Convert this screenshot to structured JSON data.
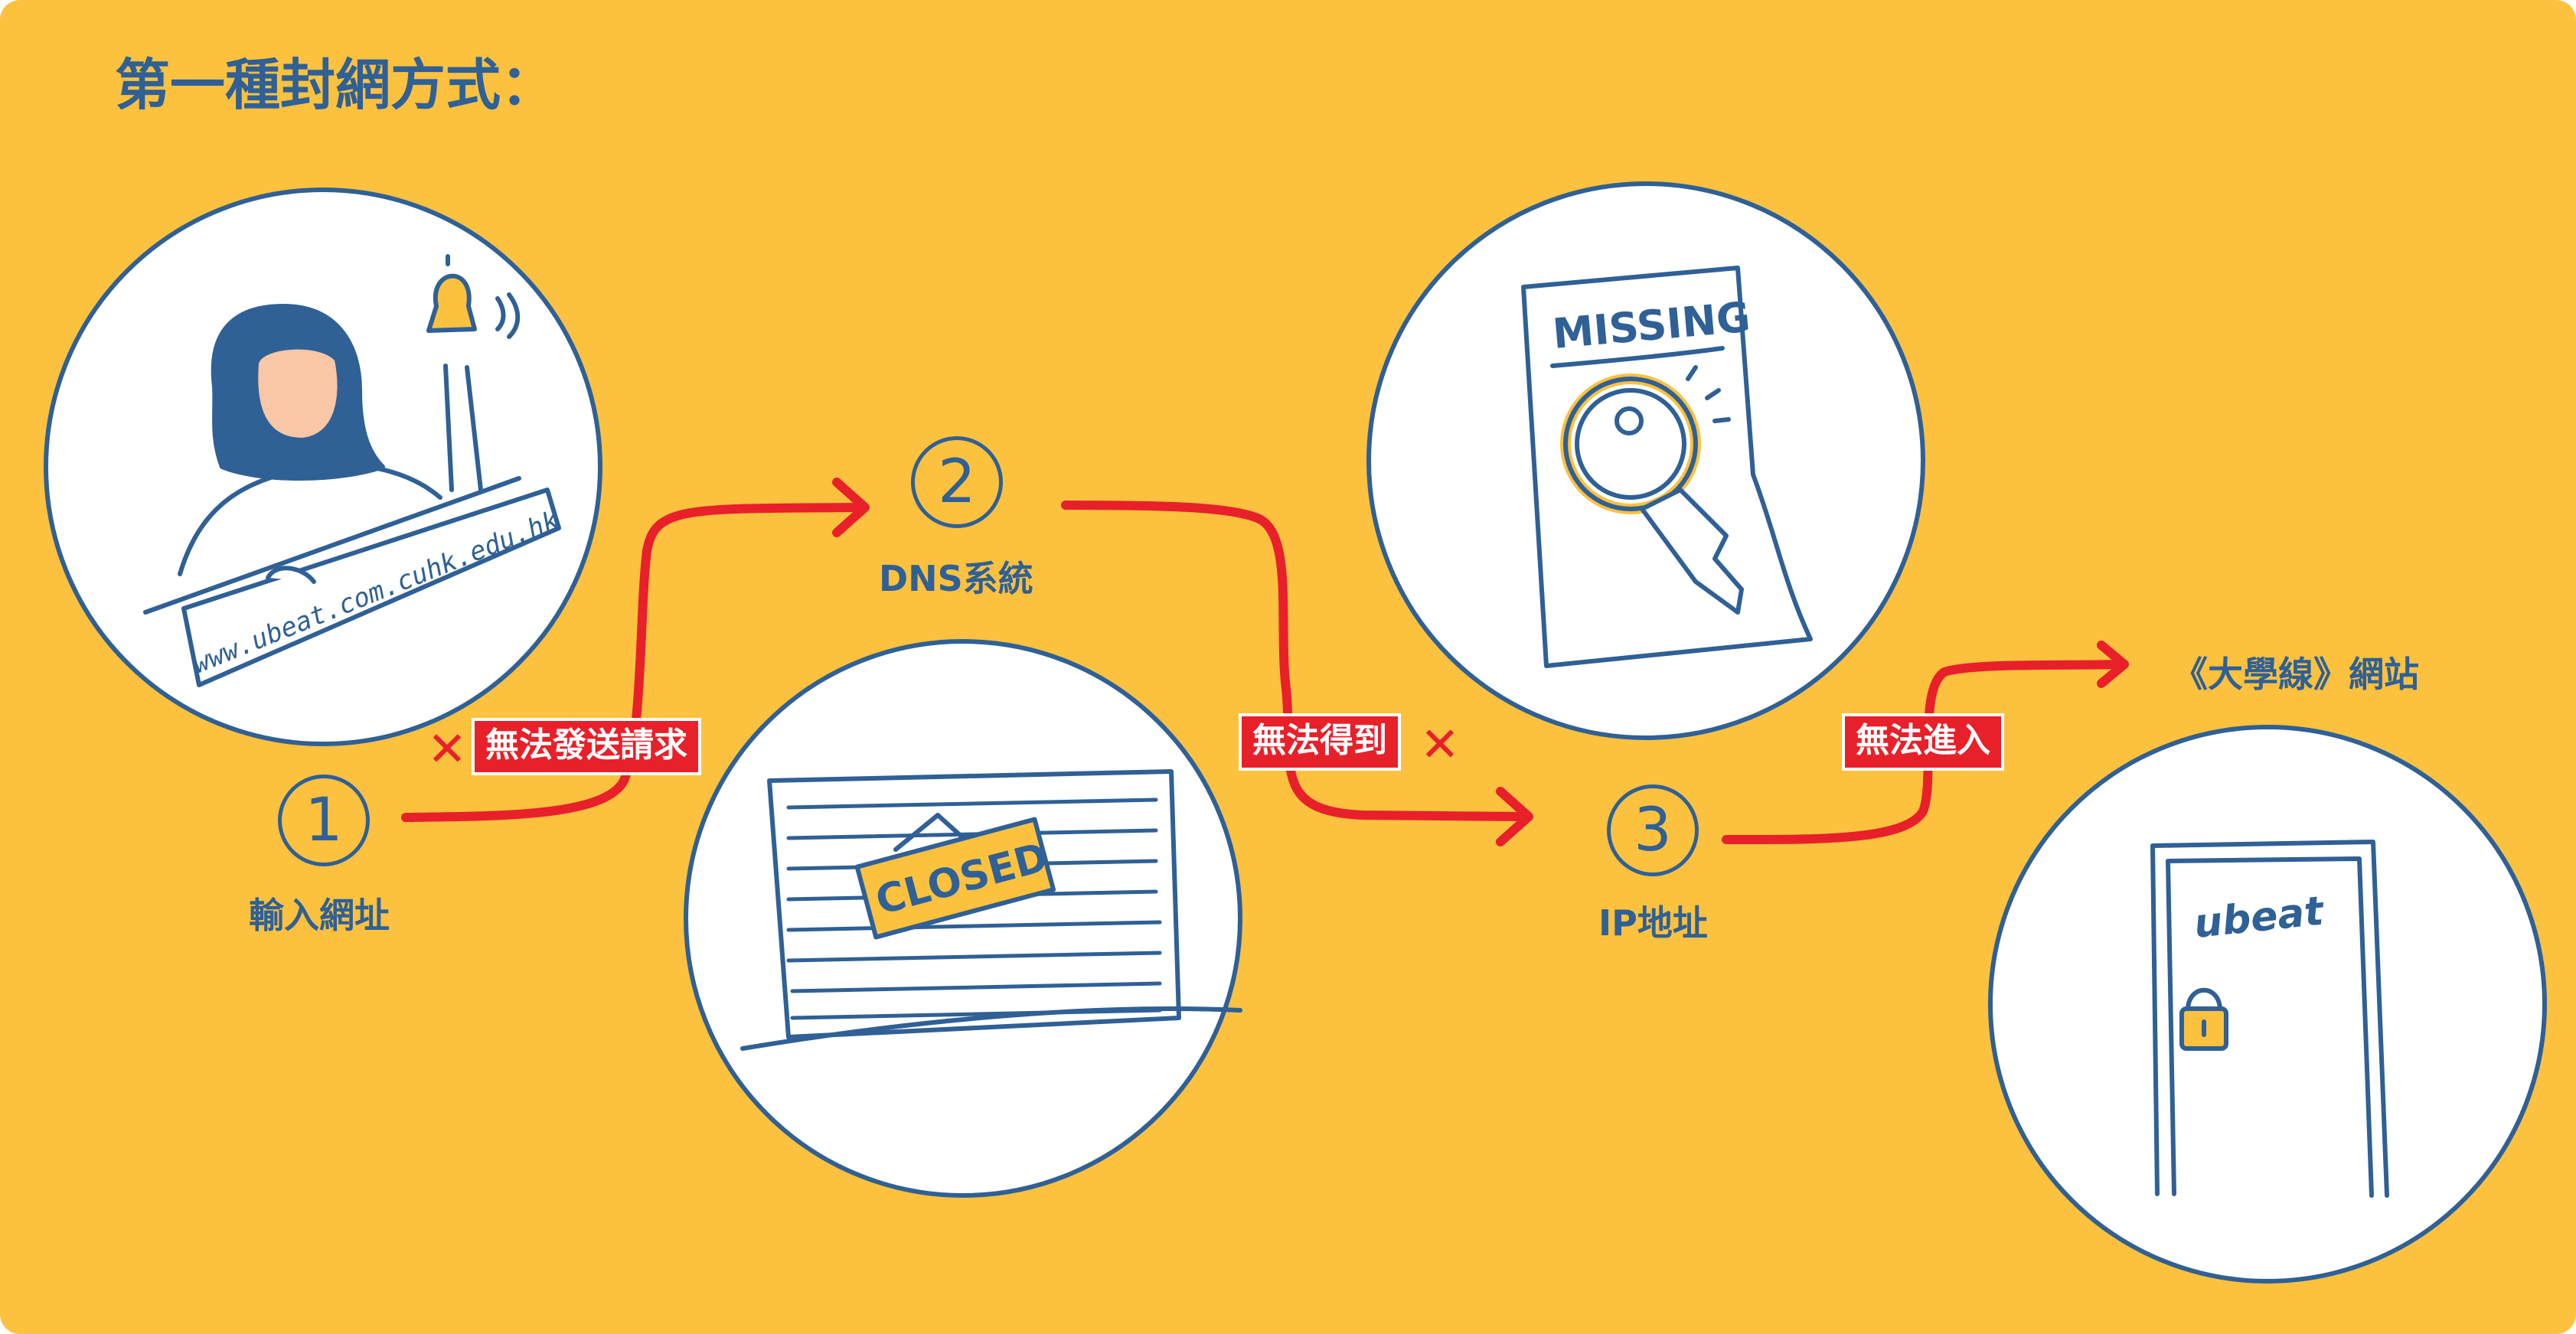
{
  "title": "第一種封網方式：",
  "steps": [
    {
      "number": "1",
      "label": "輸入網址"
    },
    {
      "number": "2",
      "label": "DNS系統"
    },
    {
      "number": "3",
      "label": "IP地址"
    }
  ],
  "destination": {
    "label": "《大學線》網站"
  },
  "arrow_tags": [
    {
      "text": "無法發送請求",
      "mark": "✕"
    },
    {
      "text": "無法得到",
      "mark": "✕"
    },
    {
      "text": "無法進入"
    }
  ],
  "illustrations": {
    "url_strip": "www.ubeat.com.cuhk.edu.hk",
    "sign": "CLOSED",
    "poster": "MISSING",
    "door": "ubeat"
  },
  "colors": {
    "background": "#fcc13e",
    "ink": "#2f6096",
    "arrow": "#e8202a",
    "tag": "#e8202a"
  },
  "icons": [
    "person-with-bell-icon",
    "closed-shop-icon",
    "magnifier-key-icon",
    "locked-door-icon"
  ]
}
